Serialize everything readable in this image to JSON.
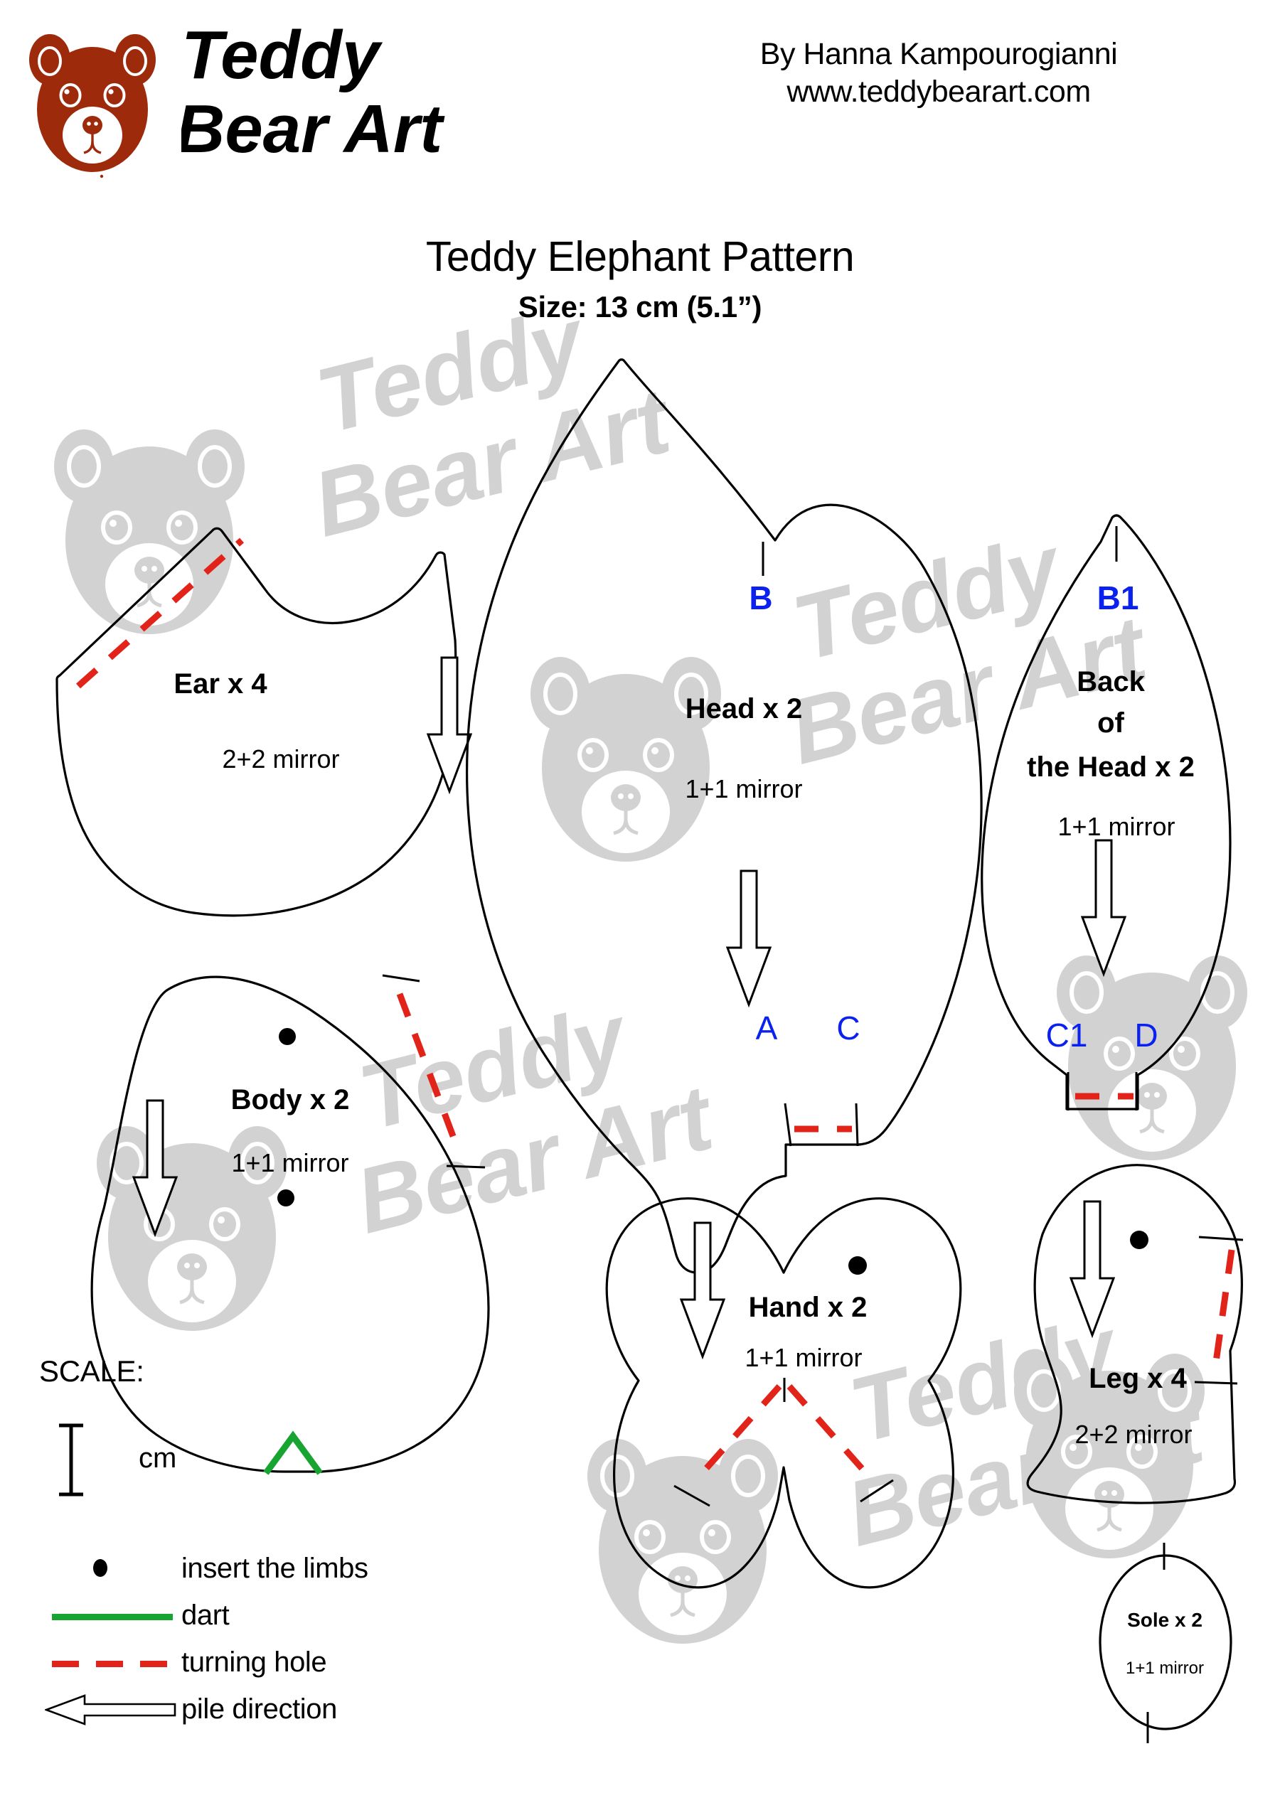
{
  "brand": {
    "logo_icon": "bear-head-logo-icon",
    "logo_color": "#9E2A0C",
    "wordmark_line1": "Teddy",
    "wordmark_line2": "Bear Art",
    "byline_author": "By Hanna Kampourogianni",
    "byline_website": "www.teddybearart.com"
  },
  "title": {
    "main": "Teddy Elephant Pattern",
    "size": "Size: 13 cm (5.1”)"
  },
  "watermark": {
    "text_line1": "Teddy",
    "text_line2": "Bear Art",
    "color": "#D2D2D2"
  },
  "pieces": [
    {
      "id": "ear",
      "name": "Ear x 4",
      "mirror": "2+2 mirror",
      "markers": [],
      "has_turning_hole": true,
      "has_dart": false,
      "dots": 0,
      "pile_direction": "down"
    },
    {
      "id": "head",
      "name": "Head x 2",
      "mirror": "1+1 mirror",
      "markers": [
        "B",
        "A",
        "C"
      ],
      "has_turning_hole": true,
      "has_dart": false,
      "dots": 0,
      "pile_direction": "down"
    },
    {
      "id": "back-of-head",
      "name_line1": "Back",
      "name_line2": "of",
      "name_line3": "the Head x 2",
      "name": "Back of the Head x 2",
      "mirror": "1+1 mirror",
      "markers": [
        "B1",
        "C1",
        "D"
      ],
      "has_turning_hole": true,
      "has_dart": false,
      "dots": 0,
      "pile_direction": "down"
    },
    {
      "id": "body",
      "name": "Body x 2",
      "mirror": "1+1 mirror",
      "markers": [],
      "has_turning_hole": true,
      "has_dart": true,
      "dots": 2,
      "pile_direction": "down"
    },
    {
      "id": "hand",
      "name": "Hand x 2",
      "mirror": "1+1 mirror",
      "markers": [],
      "has_turning_hole": true,
      "has_dart": false,
      "dots": 1,
      "pile_direction": "down"
    },
    {
      "id": "leg",
      "name": "Leg x 4",
      "mirror": "2+2 mirror",
      "markers": [],
      "has_turning_hole": true,
      "has_dart": false,
      "dots": 1,
      "pile_direction": "down"
    },
    {
      "id": "sole",
      "name": "Sole x 2",
      "mirror": "1+1 mirror",
      "markers": [],
      "has_turning_hole": false,
      "has_dart": false,
      "dots": 0,
      "pile_direction": "none"
    }
  ],
  "scale": {
    "label": "SCALE:",
    "unit": "cm"
  },
  "legend": {
    "items": [
      {
        "key": "insert-the-limbs",
        "symbol": "dot",
        "label": "insert the limbs",
        "color": "#000000"
      },
      {
        "key": "dart",
        "symbol": "solid-line",
        "label": "dart",
        "color": "#17A430"
      },
      {
        "key": "turning-hole",
        "symbol": "dashed-line",
        "label": "turning hole",
        "color": "#E2231A"
      },
      {
        "key": "pile-direction",
        "symbol": "arrow",
        "label": "pile direction",
        "color": "#000000"
      }
    ]
  }
}
